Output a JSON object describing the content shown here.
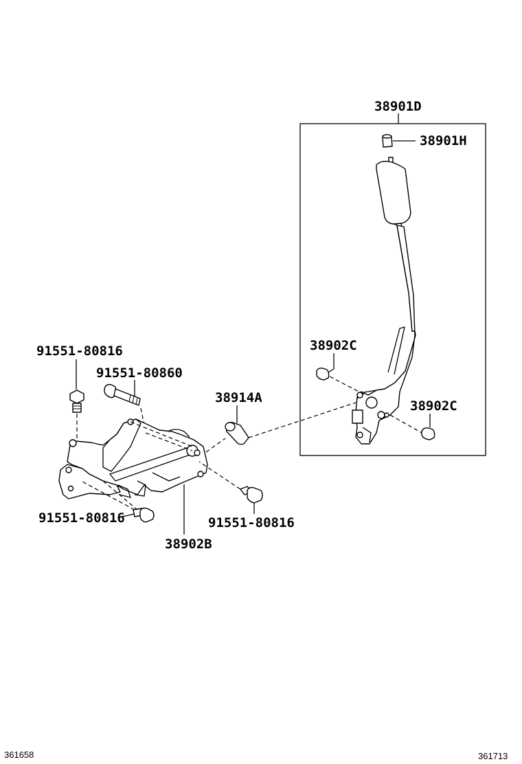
{
  "labels": {
    "lever_assy": "38901D",
    "lever_button": "38901H",
    "bushing_left": "38902C",
    "bushing_right": "38902C",
    "collar": "38914A",
    "bolt_top_left": "91551-80816",
    "bolt_long": "91551-80860",
    "bolt_bottom_left": "91551-80816",
    "bolt_bottom_right": "91551-80816",
    "bracket": "38902B"
  },
  "footer": {
    "left_code": "361658",
    "right_code": "361713"
  }
}
